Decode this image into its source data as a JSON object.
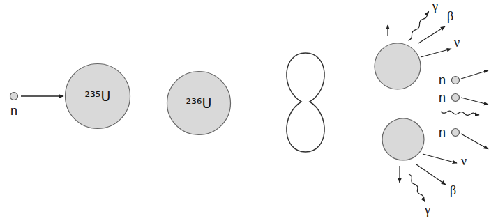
{
  "diagram": {
    "nodes": [
      {
        "text": [
          "n"
        ]
      },
      {
        "text": [
          "²³⁵U"
        ]
      },
      {
        "text": [
          "²³⁶U"
        ]
      },
      {
        "text": [
          "n"
        ]
      },
      {
        "text": [
          "n"
        ]
      },
      {
        "text": [
          "n"
        ]
      }
    ],
    "edges": [
      {
        "from": 0,
        "to": 1,
        "arrow": "to"
      }
    ],
    "labels": [
      "γ",
      "β",
      "ν",
      "ν",
      "β",
      "γ"
    ]
  }
}
